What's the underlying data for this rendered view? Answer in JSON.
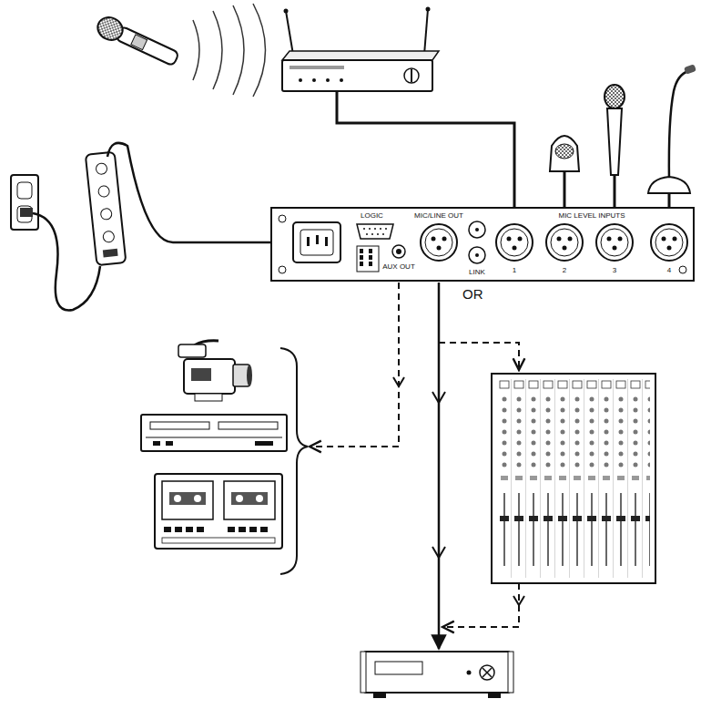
{
  "diagram": {
    "nodes": [
      {
        "text": [
          "LOGIC",
          "MIC/LINE OUT",
          "AUX OUT",
          "LINK",
          "MIC LEVEL INPUTS",
          "1",
          "2",
          "3",
          "4"
        ]
      }
    ],
    "labels": [
      "OR"
    ]
  }
}
